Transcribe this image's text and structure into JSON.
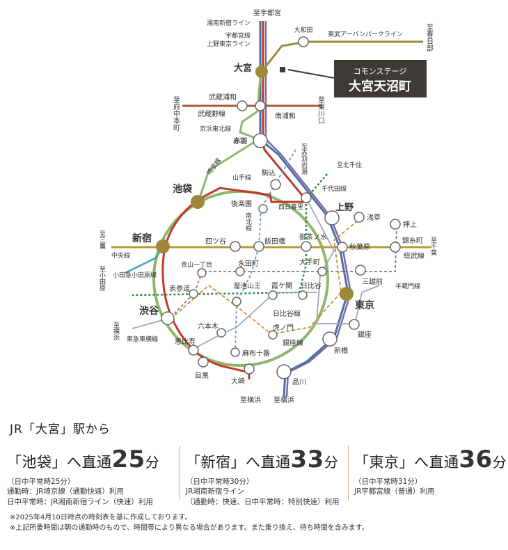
{
  "labels": {
    "to_utsunomiya": "至宇都宮",
    "shonan_shinjuku": "湘南新宿ライン",
    "utsunomiya_line": "宇都宮線",
    "ueno_tokyo_line": "上野東京ライン",
    "omiya": "大宮",
    "owada": "大和田",
    "tobu_urban_park": "東武アーバンパークライン",
    "to_kasukabe": "至春日部",
    "property_line1": "コモンステージ",
    "property_line2": "大宮天沼町",
    "to_fuchu_honmachi": "至府中本町",
    "musashi_urawa": "武蔵浦和",
    "musashino_line": "武蔵野線",
    "minami_urawa": "南浦和",
    "to_higashi_kawaguchi": "至東川口",
    "keihin_tohoku": "京浜東北線",
    "akabane": "赤羽",
    "saikyo_line": "埼京線",
    "to_akabane_iwabuchi": "至赤羽岩淵",
    "to_kita_senju": "至北千住",
    "chiyoda_line": "千代田線",
    "yamanote_line": "山手線",
    "komagome": "駒込",
    "korakuen": "後楽園",
    "nishi_nippori": "西日暮里",
    "ikebukuro": "池袋",
    "namboku_line": "南北線",
    "ueno": "上野",
    "okachimachi": "浅草",
    "oshiage": "押上",
    "to_mitaka": "至三鷹",
    "chuo_line": "中央線",
    "shinjuku": "新宿",
    "yotsuya": "四ツ谷",
    "iidabashi": "飯田橋",
    "ochanomizu": "御茶ノ水",
    "akihabara": "秋葉原",
    "kinshicho": "錦糸町",
    "sobu_line": "総武線",
    "to_chiba": "至千葉",
    "to_odawara": "至小田原",
    "odakyu_line": "小田急小田原線",
    "aoyama": "青山一丁目",
    "nagatacho": "永田町",
    "otemachi": "大手町",
    "mitsukoshimae": "三越前",
    "hanzomon_line": "半蔵門線",
    "omotesando": "表参道",
    "tameike_sanno": "溜池山王",
    "kasumigaseki": "霞ケ関",
    "hibiya": "日比谷",
    "tokyo": "東京",
    "shibuya": "渋谷",
    "hibiya_line": "日比谷線",
    "roppongi": "六本木",
    "toranomon": "虎ノ門",
    "ginza": "銀座",
    "to_yokohama_left": "至横浜",
    "toyoko_line": "東急東横線",
    "ebisu": "恵比寿",
    "ginza_line": "銀座線",
    "shimbashi": "新橋",
    "azabu_juban": "麻布十番",
    "meguro": "目黒",
    "osaki": "大崎",
    "shinagawa": "品川",
    "to_yokohama_1": "至横浜",
    "to_yokohama_2": "至横浜"
  },
  "info": {
    "from": "JR「大宮」駅から",
    "routes": [
      {
        "dest": "「池袋」へ直通",
        "minutes": "25",
        "unit": "分",
        "offpeak": "（日中平常時25分）",
        "note1": "通勤時：JR埼京線（通勤快速）利用",
        "note2": "日中平常時：JR湘南新宿ライン（快速）利用"
      },
      {
        "dest": "「新宿」へ直通",
        "minutes": "33",
        "unit": "分",
        "offpeak": "（日中平常時30分）",
        "note1": "JR湘南新宿ライン",
        "note2": "（通勤時：快速、日中平常時：特別快速）利用"
      },
      {
        "dest": "「東京」へ直通",
        "minutes": "36",
        "unit": "分",
        "offpeak": "（日中平常時31分）",
        "note1": "JR宇都宮線（普通）利用",
        "note2": ""
      }
    ],
    "footnote1": "※2025年4月10日時点の時刻表を基に作成しております。",
    "footnote2": "※上記所要時間は朝の通勤時のもので、時間帯により異なる場合があります。また乗り換え、待ち時間を含みます。"
  },
  "colors": {
    "gold": "#9c8a3a",
    "jr_green": "#8cb86a",
    "jr_blue": "#4a6fa5",
    "jr_red": "#c0392b",
    "purple": "#7a6aa8",
    "orange": "#d08a28",
    "teal": "#3fa3b0",
    "dark_green": "#2a8a3a",
    "property_box": "#3e3a36"
  }
}
